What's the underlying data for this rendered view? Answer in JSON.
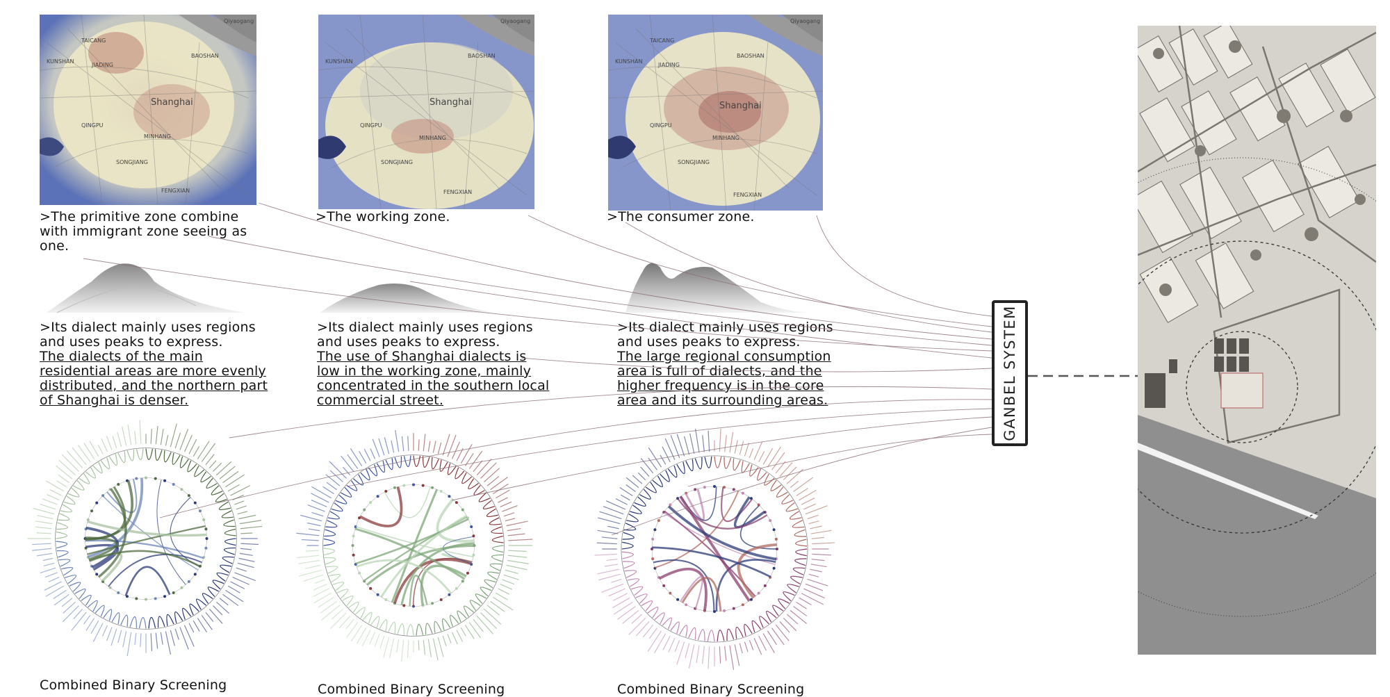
{
  "columns": [
    {
      "map": {
        "labels": [
          "TAICANG",
          "KUNSHAN",
          "JIADING",
          "BAOSHAN",
          "Shanghai",
          "QINGPU",
          "MINHANG",
          "SONGJIANG",
          "FENGXIAN",
          "Qiyaogang"
        ]
      },
      "caption": ">The primitive zone combine with immigrant zone seeing as one.",
      "intro": ">Its dialect mainly uses regions and uses peaks to express.",
      "detail": "The dialects of the main residential areas are more evenly distributed, and the northern part of Shanghai is denser.",
      "bottom_label": "Combined Binary Screening"
    },
    {
      "map": {
        "labels": [
          "KUNSHAN",
          "BAOSHAN",
          "Shanghai",
          "QINGPU",
          "MINHANG",
          "SONGJIANG",
          "FENGXIAN",
          "Qiyaogang"
        ]
      },
      "caption": ">The working zone.",
      "intro": ">Its dialect mainly uses regions and uses peaks to express.",
      "detail": "The use of Shanghai dialects is low in the working zone, mainly concentrated in the southern local commercial street.",
      "bottom_label": "Combined Binary Screening"
    },
    {
      "map": {
        "labels": [
          "TAICANG",
          "KUNSHAN",
          "JIADING",
          "BAOSHAN",
          "Shanghai",
          "QINGPU",
          "MINHANG",
          "SONGJIANG",
          "FENGXIAN",
          "Qiyaogang"
        ]
      },
      "caption": ">The consumer zone.",
      "intro": ">Its dialect mainly uses regions and uses peaks to express.",
      "detail": "The large regional consumption area is full of dialects, and the higher frequency is in the core area and its surrounding areas.",
      "bottom_label": "Combined Binary Screening"
    }
  ],
  "system_label": "GANBEL SYSTEM",
  "colors": {
    "heat_blue": "#5d72b8",
    "heat_cream": "#f0ebc8",
    "heat_red": "#b8776c",
    "connector": "#8a6a73",
    "chart1": [
      "#2b3a78",
      "#6d86b8",
      "#a8c2a0",
      "#4f6b3f"
    ],
    "chart2": [
      "#7fa67a",
      "#b9d6b5",
      "#3d55a0",
      "#8a3a3a"
    ],
    "chart3": [
      "#8a3f6e",
      "#c48ab5",
      "#2b3a78",
      "#b06a60"
    ]
  }
}
